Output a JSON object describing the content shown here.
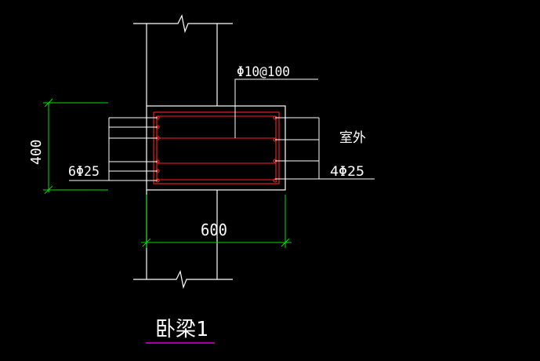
{
  "colors": {
    "background": "#000000",
    "outline": "#ffffff",
    "rebar": "#ff2020",
    "dimension": "#00e000",
    "title_underline": "#e000e0"
  },
  "labels": {
    "stirrup": "Φ10@100",
    "exterior": "室外",
    "left_bars": "6Φ25",
    "right_bars": "4Φ25",
    "height_dim": "400",
    "width_dim": "600",
    "title": "卧梁1"
  }
}
